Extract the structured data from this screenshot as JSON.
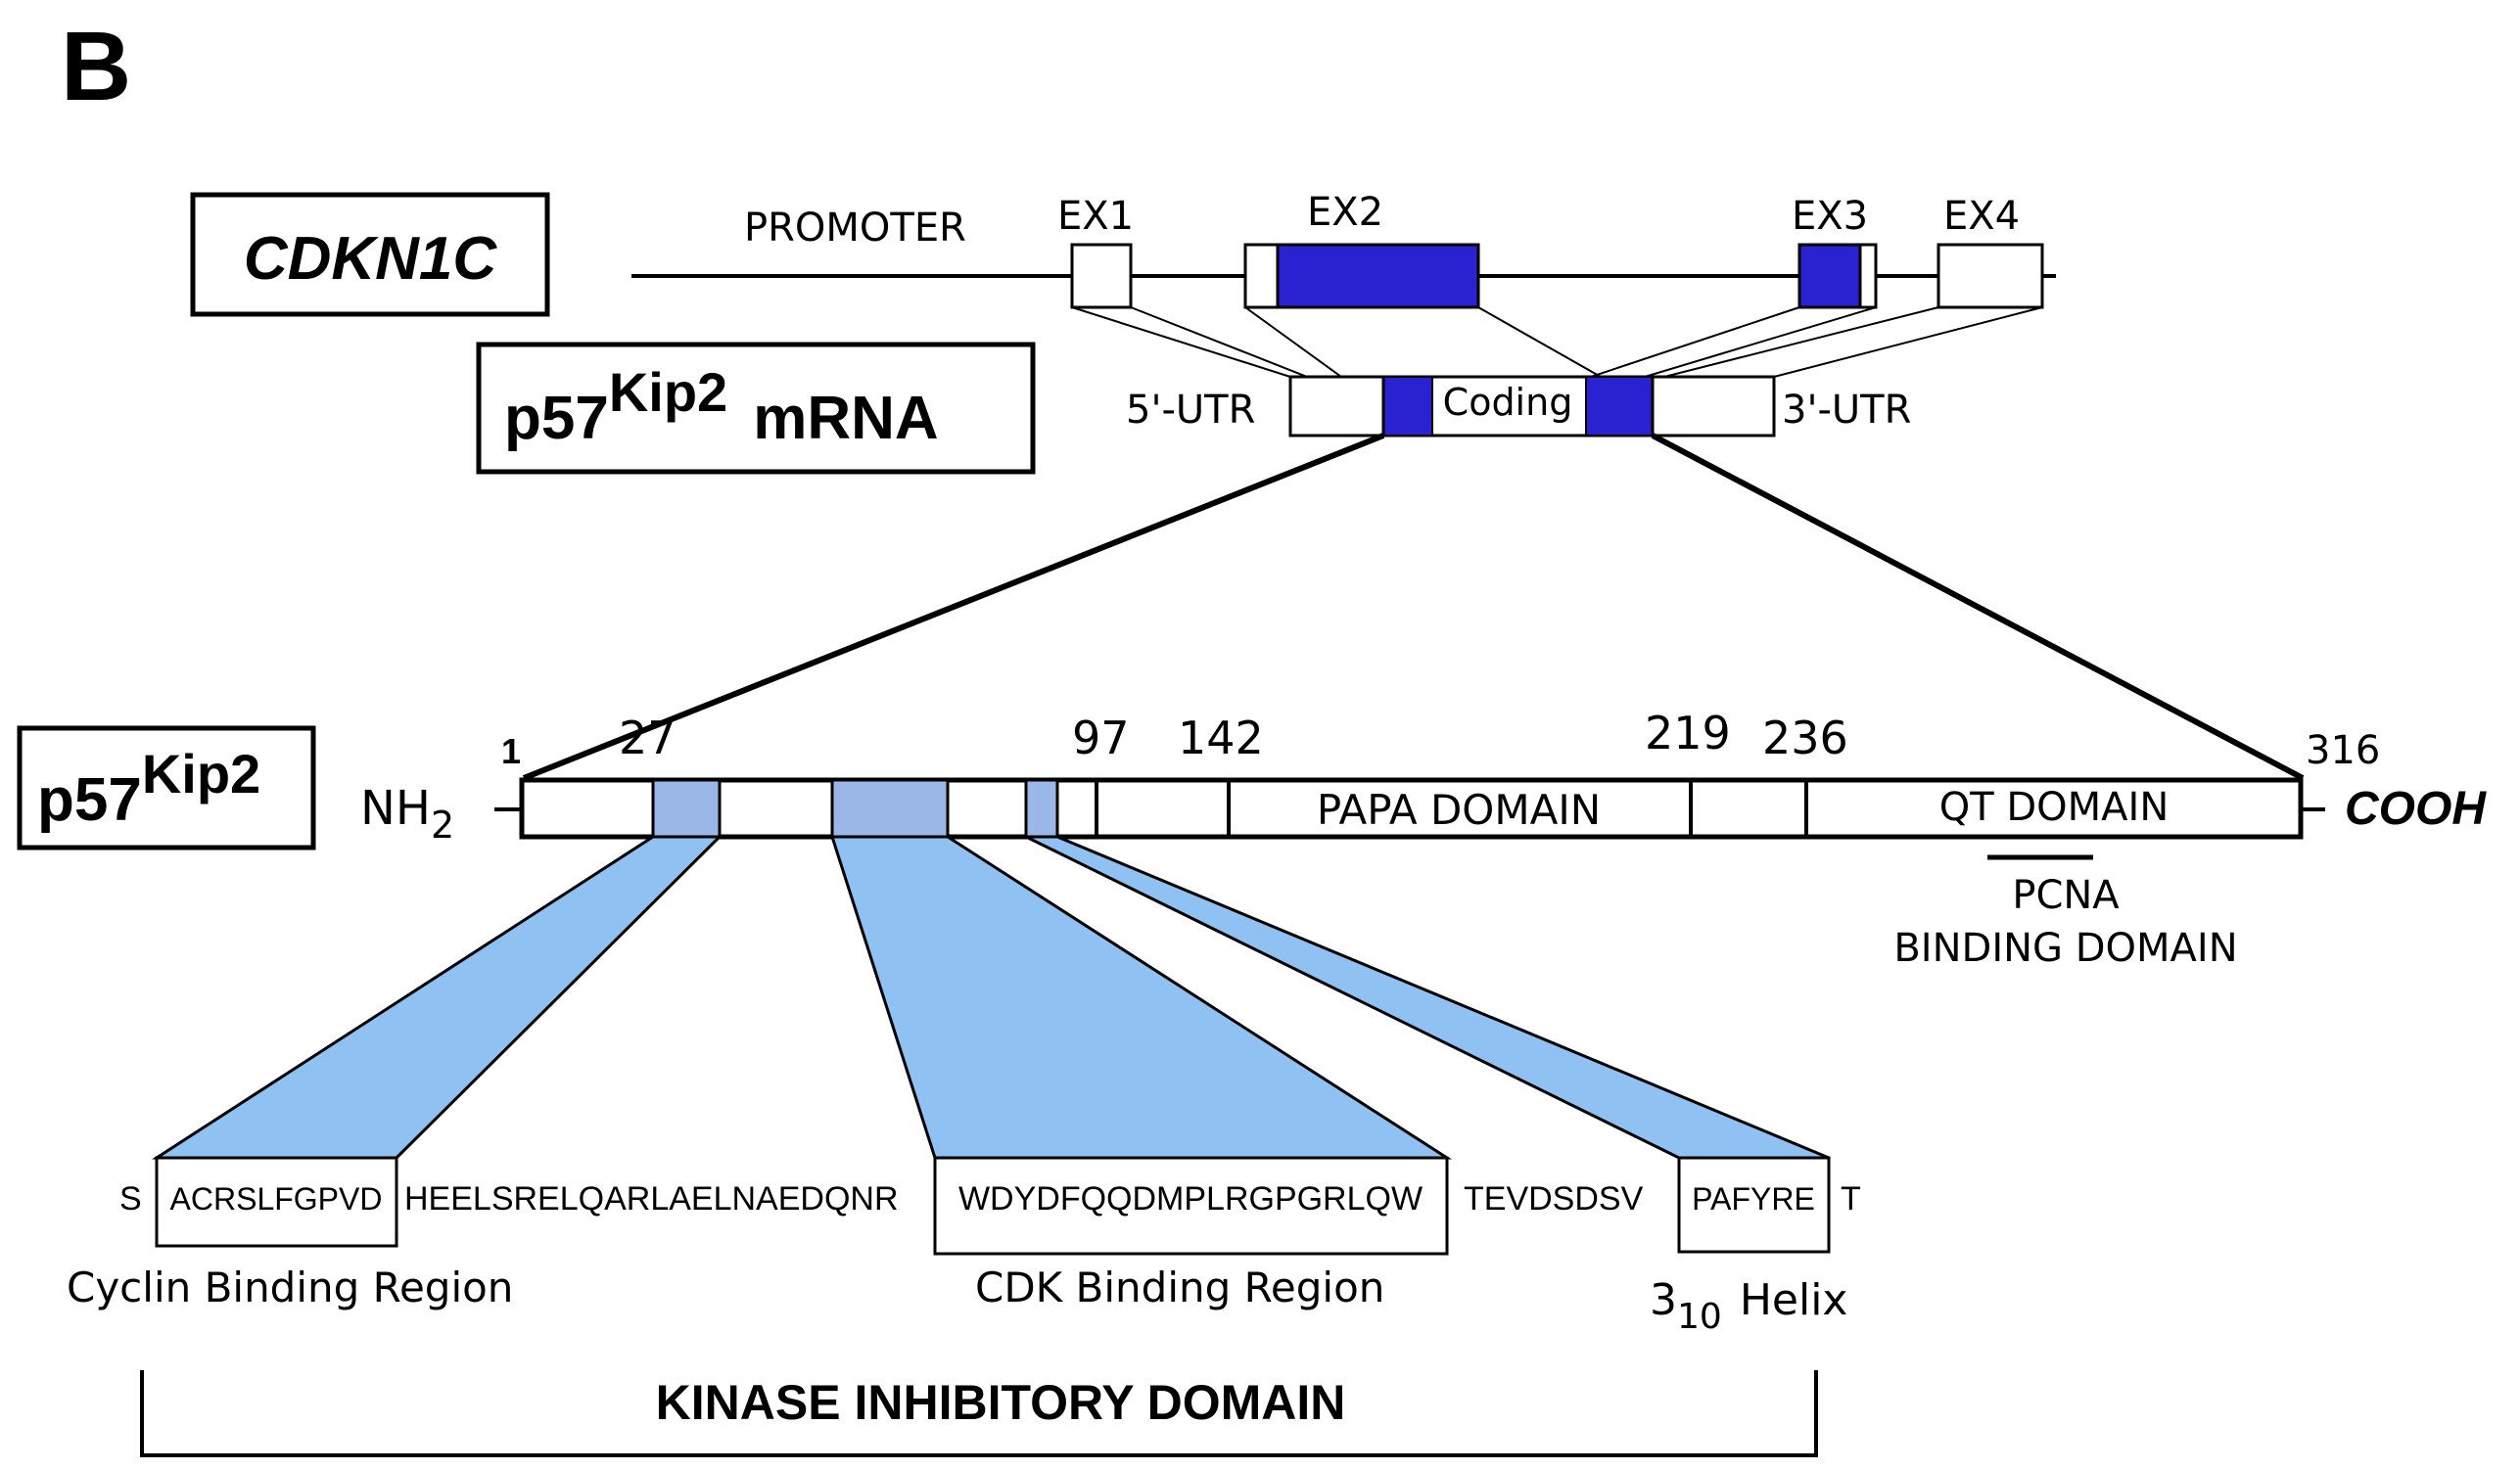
{
  "panel_label": "B",
  "gene": {
    "name": "CDKN1C",
    "promoter_label": "PROMOTER",
    "exons": [
      "EX1",
      "EX2",
      "EX3",
      "EX4"
    ]
  },
  "mrna": {
    "label_main": "p57",
    "label_sup": "Kip2",
    "label_suffix": "mRNA",
    "utr5": "5'-UTR",
    "coding": "Coding",
    "utr3": "3'-UTR"
  },
  "protein": {
    "label_main": "p57",
    "label_sup": "Kip2",
    "nh2_main": "NH",
    "nh2_sub": "2",
    "cooh": "COOH",
    "positions": [
      "1",
      "27",
      "97",
      "142",
      "219",
      "236",
      "316"
    ],
    "papa_domain": "PAPA DOMAIN",
    "qt_domain": "QT DOMAIN",
    "pcna_line1": "PCNA",
    "pcna_line2": "BINDING DOMAIN"
  },
  "sequence": {
    "s": "S",
    "cyclin_motif": "ACRSLFGPVD",
    "linker1": "HEELSRELQARLAELNAEDQNR",
    "cdk_motif": "WDYDFQQDMPLRGPGRLQW",
    "linker2": "TEVDSDSV",
    "helix_motif": "PAFYRE",
    "t": "T"
  },
  "region_labels": {
    "cyclin": "Cyclin Binding Region",
    "cdk": "CDK Binding Region",
    "helix_main": "3",
    "helix_sub": "10",
    "helix_suffix": "Helix"
  },
  "kinase_domain": "KINASE INHIBITORY DOMAIN",
  "colors": {
    "exon_coding": "#2a22d0",
    "kid_region": "#9ab7e8",
    "zoom_fill": "#8fc1f3",
    "outline": "#000000"
  }
}
